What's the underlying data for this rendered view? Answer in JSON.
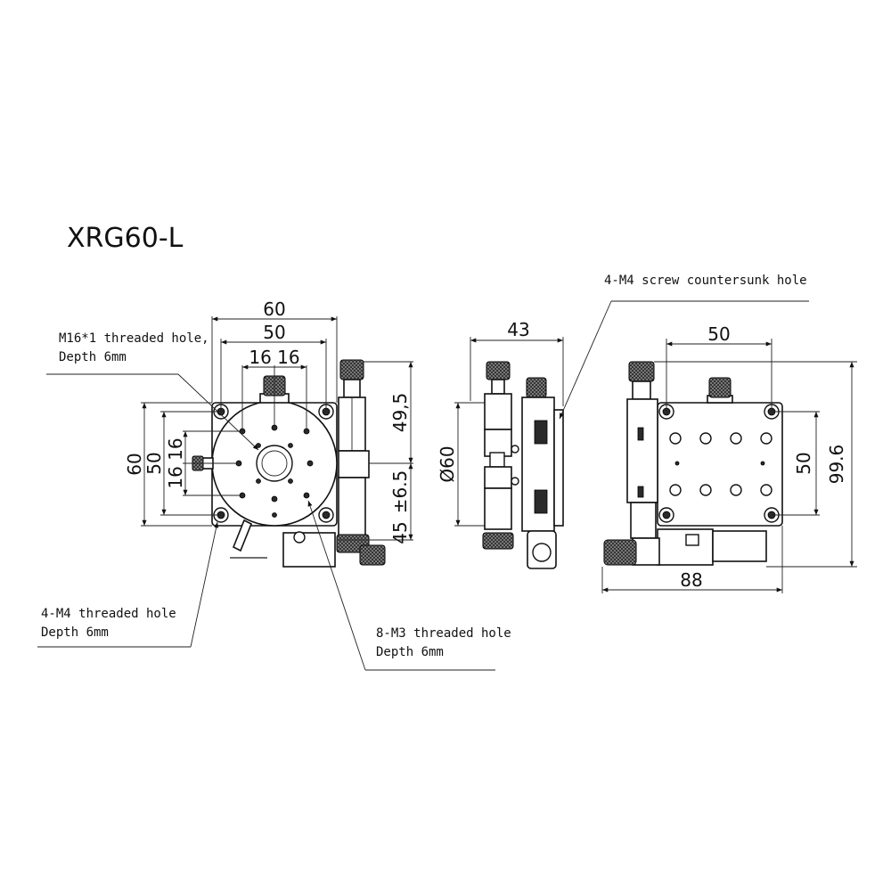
{
  "title": "XRG60-L",
  "callouts": {
    "m16_line1": "M16*1 threaded hole,",
    "m16_line2": "Depth 6mm",
    "m4_line1": "4-M4 threaded hole",
    "m4_line2": "Depth 6mm",
    "m3_line1": "8-M3 threaded hole",
    "m3_line2": "Depth 6mm",
    "countersunk": "4-M4 screw countersunk hole"
  },
  "dimensions": {
    "top_60": "60",
    "top_50": "50",
    "top_16_16": "16 16",
    "left_60": "60",
    "left_50": "50",
    "left_16_16": "16 16",
    "right_49_5": "49,5",
    "right_6_5": "±6.5",
    "right_45": "45",
    "side_43": "43",
    "side_dia60": "Ø60",
    "rear_50_top": "50",
    "rear_50_right": "50",
    "rear_99_6": "99.6",
    "rear_88": "88"
  }
}
